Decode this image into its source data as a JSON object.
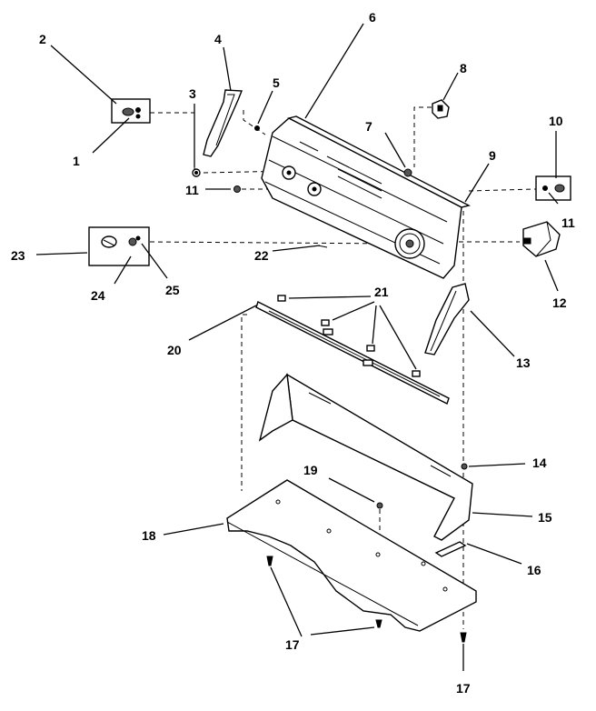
{
  "callouts": [
    {
      "id": "c1",
      "label": "1"
    },
    {
      "id": "c2",
      "label": "2"
    },
    {
      "id": "c3",
      "label": "3"
    },
    {
      "id": "c4",
      "label": "4"
    },
    {
      "id": "c5",
      "label": "5"
    },
    {
      "id": "c6",
      "label": "6"
    },
    {
      "id": "c7",
      "label": "7"
    },
    {
      "id": "c8",
      "label": "8"
    },
    {
      "id": "c9",
      "label": "9"
    },
    {
      "id": "c10",
      "label": "10"
    },
    {
      "id": "c11a",
      "label": "11"
    },
    {
      "id": "c11b",
      "label": "11"
    },
    {
      "id": "c12",
      "label": "12"
    },
    {
      "id": "c13",
      "label": "13"
    },
    {
      "id": "c14",
      "label": "14"
    },
    {
      "id": "c15",
      "label": "15"
    },
    {
      "id": "c16",
      "label": "16"
    },
    {
      "id": "c17a",
      "label": "17"
    },
    {
      "id": "c17b",
      "label": "17"
    },
    {
      "id": "c18",
      "label": "18"
    },
    {
      "id": "c19",
      "label": "19"
    },
    {
      "id": "c20",
      "label": "20"
    },
    {
      "id": "c21",
      "label": "21"
    },
    {
      "id": "c22",
      "label": "22"
    },
    {
      "id": "c23",
      "label": "23"
    },
    {
      "id": "c24",
      "label": "24"
    },
    {
      "id": "c25",
      "label": "25"
    }
  ]
}
